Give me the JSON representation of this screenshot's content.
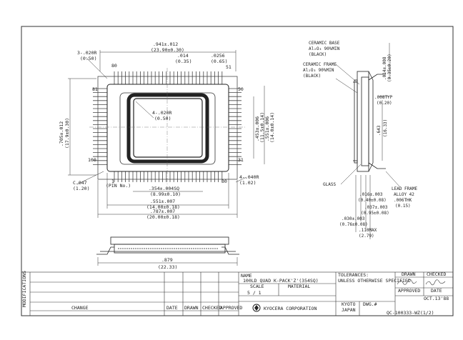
{
  "front_view": {
    "dims": {
      "width_top": ".941±.012",
      "width_top_mm": "(23.90±0.30)",
      "pitch": ".014",
      "pitch_mm": "(0.35)",
      "lead_w": ".0256",
      "lead_w_mm": "(0.65)",
      "pin_51": "51",
      "pin_80": "80",
      "pin_81": "81",
      "pin_50": "50",
      "pin_100": "100",
      "pin_31": "31",
      "pin_30": "30",
      "pin_1": "1",
      "corner_r": "3-.020R",
      "corner_r_mm": "(0.50)",
      "inner_r": "4-.020R",
      "inner_r_mm": "(0.50)",
      "height_left": ".705±.012",
      "height_left_mm": "(17.9±0.30)",
      "height_right": ".453±.006",
      "height_right_mm": "(11.5±0.14)",
      "body_h": ".551±.006",
      "body_h_mm": "(14.0±0.14)",
      "chamfer": "C.047",
      "chamfer_mm": "(1.20)",
      "pin_no": "(PIN No.)",
      "r040": "4-.040R",
      "r040_mm": "(1.02)",
      "cavity": ".354±.004SQ",
      "cavity_mm": "(8.99±0.10)",
      "body_w": ".551±.007",
      "body_w_mm": "(14.00±0.18)",
      "overall_w": ".787±.007",
      "overall_w_mm": "(20.00±0.18)"
    }
  },
  "side_view": {
    "ceramic_base": "CERAMIC BASE",
    "ceramic_base_mat": "Al₂O₃ 90%MIN",
    "ceramic_base_color": "(BLACK)",
    "ceramic_frame": "CERAMIC FRAME",
    "ceramic_frame_mat": "Al₂O₃ 90%MIN",
    "ceramic_frame_color": "(BLACK)",
    "d1": ".014±.008",
    "d1_mm": "(0.35±0.20)",
    "d2": ".008TYP",
    "d2_mm": "(0.20)",
    "d3": ".643",
    "d3_mm": "(16.33)",
    "glass": "GLASS",
    "lead_frame": "LEAD FRAME",
    "lead_mat": "ALLOY 42",
    "lead_thk": ".006THK",
    "lead_thk_mm": "(0.15)",
    "d4": ".016±.003",
    "d4_mm": "(0.40±0.08)",
    "d5": ".037±.003",
    "d5_mm": "(0.95±0.08)",
    "d6": ".030±.003",
    "d6_mm": "(0.76±0.08)",
    "d7": ".110MAX",
    "d7_mm": "(2.79)"
  },
  "bottom_view": {
    "width": ".879",
    "width_mm": "(22.33)"
  },
  "title_block": {
    "modifications": "MODIFICATIONS",
    "change": "CHANGE",
    "date": "DATE",
    "drawn": "DRAWN",
    "checked": "CHECKED",
    "approved": "APPROVED",
    "name_label": "NAME",
    "name": "100LD QUAD K-PACK'Z'(354SQ)",
    "scale_label": "SCALE",
    "scale": "5 / 1",
    "material_label": "MATERIAL",
    "tolerances_label": "TOLERANCES:",
    "tolerances_text": "UNLESS OTHERWISE SPECIFIED",
    "company": "KYOCERA CORPORATION",
    "city": "KYOTO",
    "country": "JAPAN",
    "dwg_label": "DWG.#",
    "dwg_no": "QC-100333-WZ(1/2)",
    "drawn_hdr": "DRAWN",
    "checked_hdr": "CHECKED",
    "approved_hdr": "APPROVED",
    "date_hdr": "DATE",
    "date_value": "OCT.13'88"
  }
}
